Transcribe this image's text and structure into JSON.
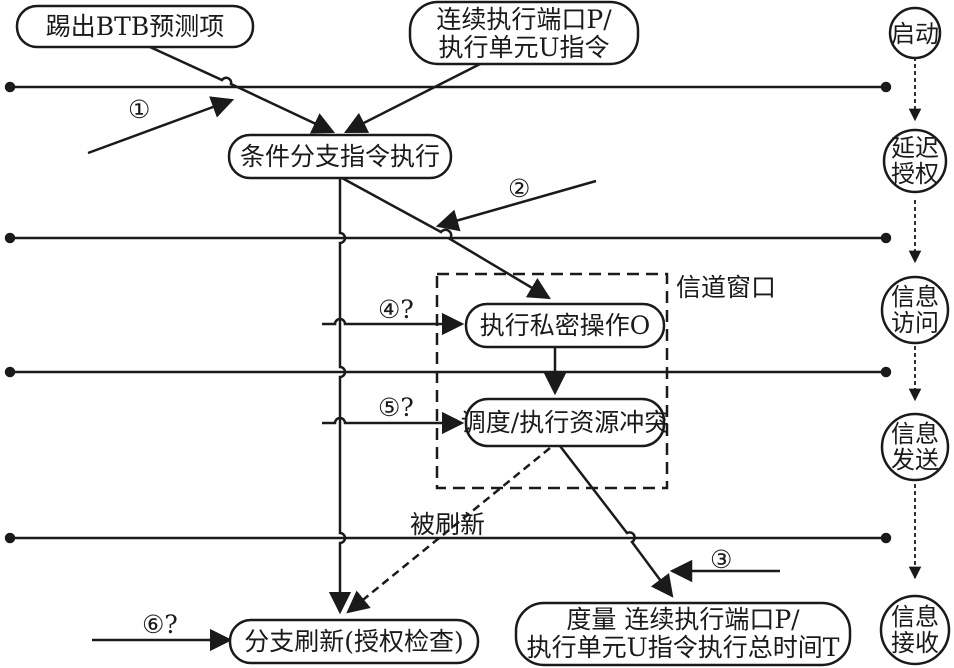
{
  "nodes": {
    "btb_evict": "踢出BTB预测项",
    "port_line1": "连续执行端口P/",
    "port_line2": "执行单元U指令",
    "cond_branch": "条件分支指令执行",
    "private_op": "执行私密操作O",
    "resource_conflict": "调度/执行资源冲突",
    "measure_line1": "度量 连续执行端口P/",
    "measure_line2": "执行单元U指令执行总时间T",
    "branch_flush": "分支刷新(授权检查)"
  },
  "labels": {
    "channel_window": "信道窗口",
    "flushed": "被刷新",
    "step1": "①",
    "step2": "②",
    "step3": "③",
    "step4": "④?",
    "step5": "⑤?",
    "step6": "⑥?"
  },
  "stages": [
    {
      "line1": "启动",
      "line2": ""
    },
    {
      "line1": "延迟",
      "line2": "授权"
    },
    {
      "line1": "信息",
      "line2": "访问"
    },
    {
      "line1": "信息",
      "line2": "发送"
    },
    {
      "line1": "信息",
      "line2": "接收"
    }
  ]
}
